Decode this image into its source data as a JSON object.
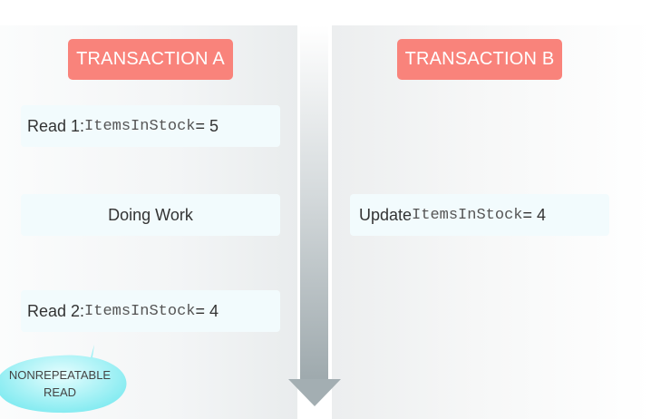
{
  "transaction_a": {
    "title": "TRANSACTION A",
    "read1": {
      "prefix": "Read 1: ",
      "var": "ItemsInStock",
      "suffix": " = 5"
    },
    "work": "Doing Work",
    "read2": {
      "prefix": "Read 2: ",
      "var": "ItemsInStock",
      "suffix": " = 4"
    }
  },
  "transaction_b": {
    "title": "TRANSACTION B",
    "update": {
      "prefix": "Update ",
      "var": "ItemsInStock",
      "suffix": " = 4"
    }
  },
  "callout": {
    "line1": "NONREPEATABLE",
    "line2": "READ"
  },
  "colors": {
    "header": "#f9837b",
    "box": "#f2fbfd",
    "bubble": "#8aeef2",
    "arrow": "#a9b3b7"
  }
}
